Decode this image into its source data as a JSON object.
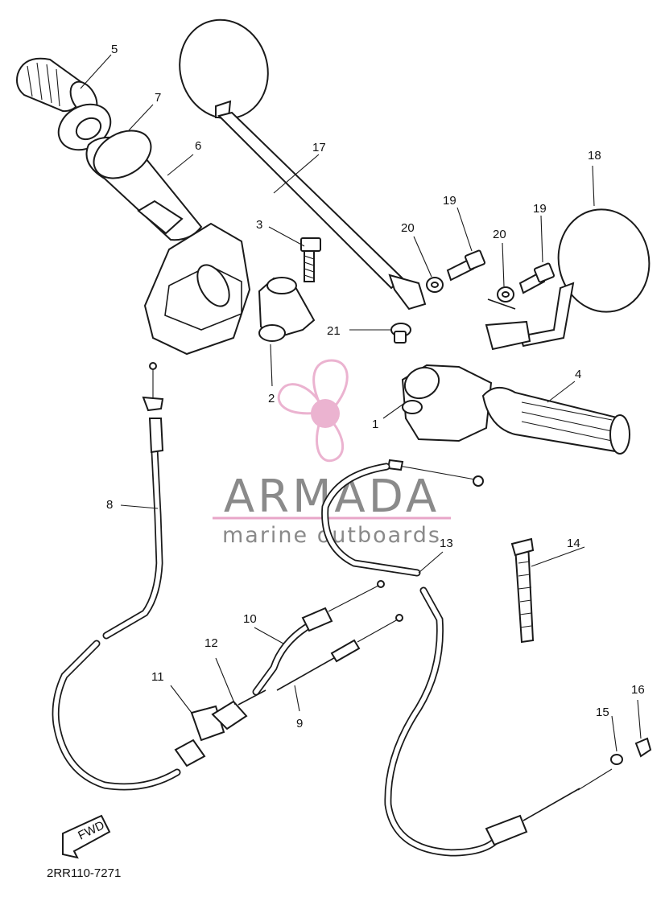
{
  "diagram_code": "2RR110-7271",
  "direction_badge": "FWD",
  "watermark": {
    "brand": "ARMADA",
    "tagline": "marine outboards",
    "brand_color": "#e8a6c8",
    "text_color": "#8a8a8a"
  },
  "callouts": [
    {
      "id": "c1",
      "label": "1"
    },
    {
      "id": "c2",
      "label": "2"
    },
    {
      "id": "c3",
      "label": "3"
    },
    {
      "id": "c4",
      "label": "4"
    },
    {
      "id": "c5",
      "label": "5"
    },
    {
      "id": "c6",
      "label": "6"
    },
    {
      "id": "c7",
      "label": "7"
    },
    {
      "id": "c8",
      "label": "8"
    },
    {
      "id": "c9",
      "label": "9"
    },
    {
      "id": "c10",
      "label": "10"
    },
    {
      "id": "c11",
      "label": "11"
    },
    {
      "id": "c12",
      "label": "12"
    },
    {
      "id": "c13",
      "label": "13"
    },
    {
      "id": "c14",
      "label": "14"
    },
    {
      "id": "c15",
      "label": "15"
    },
    {
      "id": "c16",
      "label": "16"
    },
    {
      "id": "c17",
      "label": "17"
    },
    {
      "id": "c18",
      "label": "18"
    },
    {
      "id": "c19a",
      "label": "19"
    },
    {
      "id": "c19b",
      "label": "19"
    },
    {
      "id": "c20a",
      "label": "20"
    },
    {
      "id": "c20b",
      "label": "20"
    },
    {
      "id": "c21",
      "label": "21"
    }
  ]
}
